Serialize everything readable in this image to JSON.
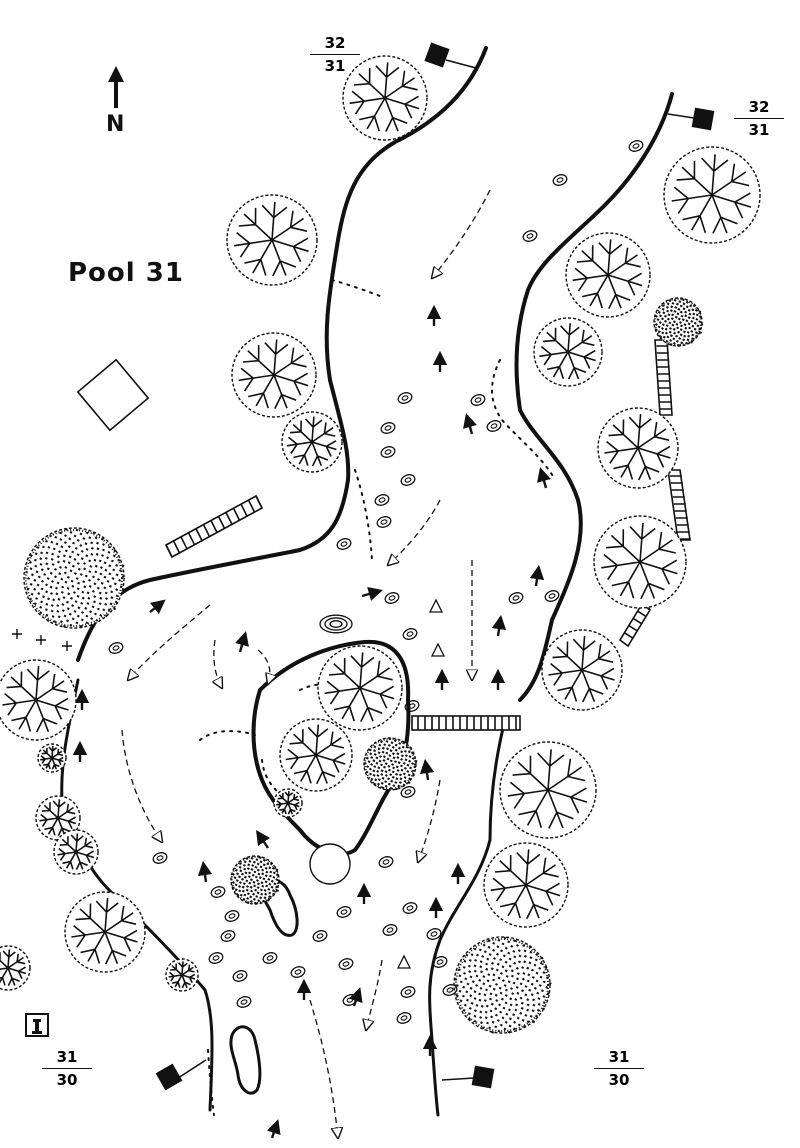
{
  "map": {
    "title": "Pool 31",
    "north_label": "N",
    "section_markers": [
      {
        "upper": "32",
        "lower": "31"
      },
      {
        "upper": "32",
        "lower": "31"
      },
      {
        "upper": "31",
        "lower": "30"
      },
      {
        "upper": "31",
        "lower": "30"
      }
    ],
    "legend_icon": "lock-gate-icon",
    "colors": {
      "ink": "#111111",
      "paper": "#ffffff"
    }
  }
}
